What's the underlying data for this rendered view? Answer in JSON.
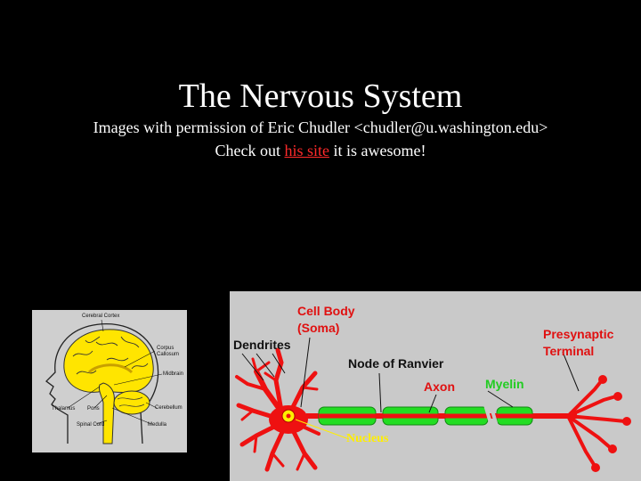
{
  "slide": {
    "title": "The Nervous System",
    "credit": "Images with permission of  Eric Chudler <chudler@u.washington.edu>",
    "checkout_before": "Check out ",
    "link_text": "his site",
    "checkout_after": " it is awesome!",
    "link_color": "#ff2a2a"
  },
  "brain_diagram": {
    "labels": {
      "cerebral_cortex": "Cerebral Cortex",
      "corpus": "Corpus",
      "callosum": "Callosum",
      "midbrain": "Midbrain",
      "thalamus": "Thalamus",
      "pons": "Pons",
      "cerebellum": "Cerebellum",
      "spinal_cord": "Spinal Cord",
      "medulla": "Medulla"
    },
    "colors": {
      "brain": "#ffe500",
      "background": "#cfcfcf"
    }
  },
  "neuron_diagram": {
    "labels": {
      "cell_body": "Cell Body",
      "soma": "(Soma)",
      "dendrites": "Dendrites",
      "node_of_ranvier": "Node of Ranvier",
      "axon": "Axon",
      "myelin": "Myelin",
      "presynaptic": "Presynaptic",
      "terminal": "Terminal",
      "nucleus": "Nucleus"
    },
    "colors": {
      "neuron": "#ee1111",
      "myelin": "#22dd22",
      "nucleus": "#ffee00",
      "label_red": "#e01010",
      "label_green": "#22cc22"
    }
  }
}
